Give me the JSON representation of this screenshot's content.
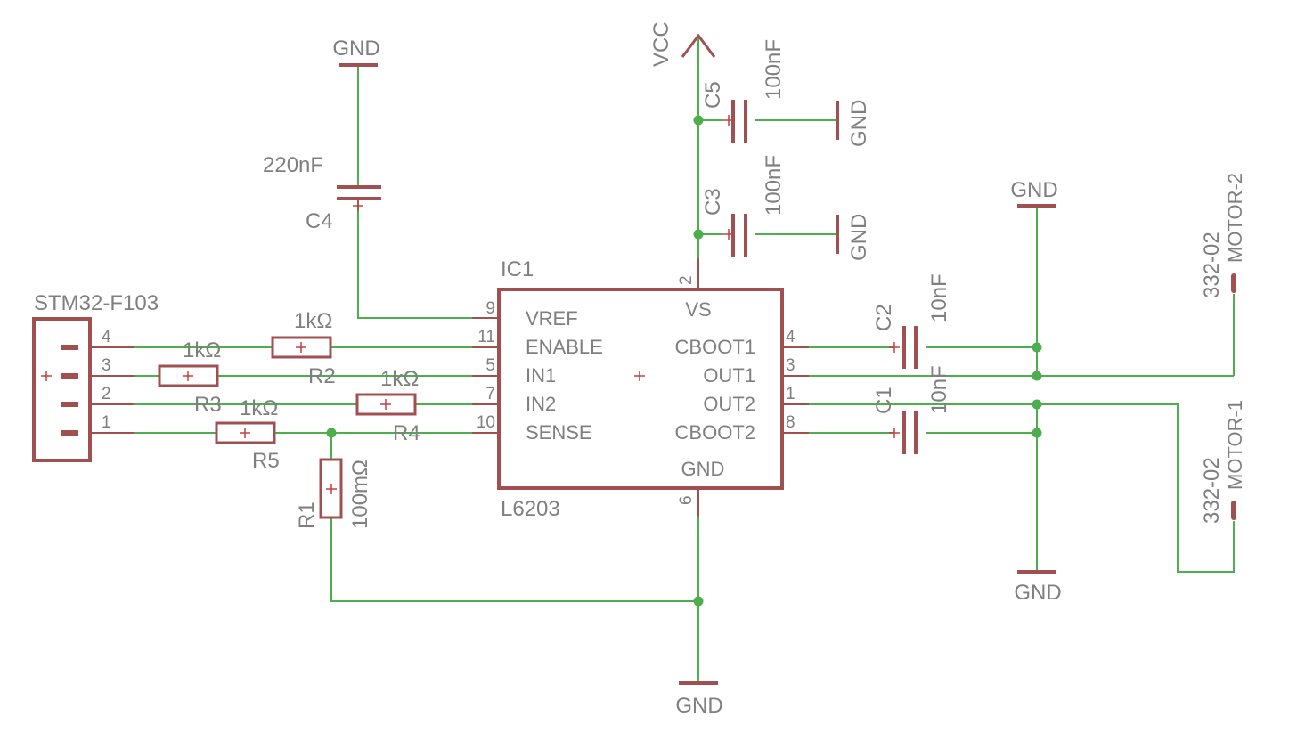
{
  "supplies": {
    "gnd": "GND",
    "vcc": "VCC"
  },
  "ic": {
    "name": "IC1",
    "value": "L6203",
    "pins_left": [
      {
        "name": "VREF",
        "num": "9"
      },
      {
        "name": "ENABLE",
        "num": "11"
      },
      {
        "name": "IN1",
        "num": "5"
      },
      {
        "name": "IN2",
        "num": "7"
      },
      {
        "name": "SENSE",
        "num": "10"
      }
    ],
    "pins_right": [
      {
        "name": "CBOOT1",
        "num": "4"
      },
      {
        "name": "OUT1",
        "num": "3"
      },
      {
        "name": "OUT2",
        "num": "1"
      },
      {
        "name": "CBOOT2",
        "num": "8"
      }
    ],
    "pin_top": {
      "name": "VS",
      "num": "2"
    },
    "pin_bottom": {
      "name": "GND",
      "num": "6"
    }
  },
  "connector": {
    "name": "STM32-F103",
    "pins": [
      "4",
      "3",
      "2",
      "1"
    ]
  },
  "resistors": [
    {
      "name": "R1",
      "value": "100mΩ"
    },
    {
      "name": "R2",
      "value": "1kΩ"
    },
    {
      "name": "R3",
      "value": "1kΩ"
    },
    {
      "name": "R4",
      "value": "1kΩ"
    },
    {
      "name": "R5",
      "value": "1kΩ"
    }
  ],
  "capacitors": [
    {
      "name": "C1",
      "value": "10nF"
    },
    {
      "name": "C2",
      "value": "10nF"
    },
    {
      "name": "C3",
      "value": "100nF"
    },
    {
      "name": "C4",
      "value": "220nF"
    },
    {
      "name": "C5",
      "value": "100nF"
    }
  ],
  "motor_terminals": [
    {
      "name": "MOTOR-2",
      "value": "332-02"
    },
    {
      "name": "MOTOR-1",
      "value": "332-02"
    }
  ]
}
